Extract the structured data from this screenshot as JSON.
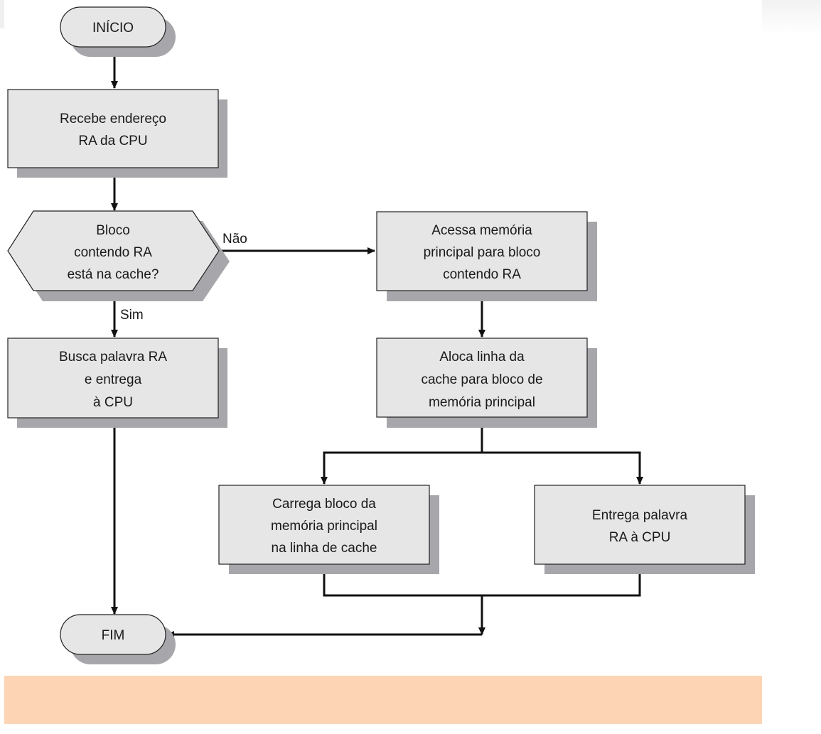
{
  "nodes": {
    "start": {
      "label": "INÍCIO"
    },
    "receive": {
      "lines": [
        "Recebe endereço",
        "RA da CPU"
      ]
    },
    "decision": {
      "lines": [
        "Bloco",
        "contendo RA",
        "está na cache?"
      ]
    },
    "fetch": {
      "lines": [
        "Busca palavra RA",
        "e entrega",
        "à CPU"
      ]
    },
    "access": {
      "lines": [
        "Acessa memória",
        "principal para bloco",
        "contendo RA"
      ]
    },
    "allocate": {
      "lines": [
        "Aloca linha da",
        "cache para bloco de",
        "memória principal"
      ]
    },
    "load": {
      "lines": [
        "Carrega bloco da",
        "memória principal",
        "na linha de cache"
      ]
    },
    "deliver": {
      "lines": [
        "Entrega palavra",
        "RA à CPU"
      ]
    },
    "end": {
      "label": "FIM"
    }
  },
  "edges": {
    "no_label": "Não",
    "yes_label": "Sim"
  },
  "colors": {
    "box_fill": "#e6e6e6",
    "shadow": "#a7a7ab",
    "band": "#fdd5b4"
  }
}
